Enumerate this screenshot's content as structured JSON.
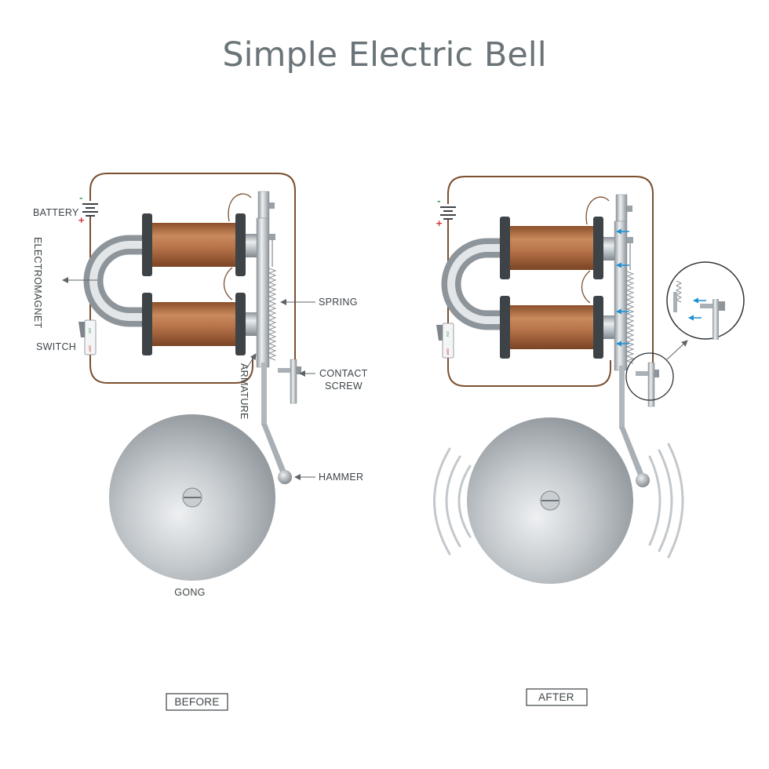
{
  "title": "Simple Electric Bell",
  "labels": {
    "battery": "BATTERY",
    "electromagnet": "ELECTROMAGNET",
    "switch": "SWITCH",
    "spring": "SPRING",
    "contact_screw_line1": "CONTACT",
    "contact_screw_line2": "SCREW",
    "armature": "ARMATURE",
    "hammer": "HAMMER",
    "gong": "GONG"
  },
  "switch_text": {
    "on": "ON",
    "off": "OFF"
  },
  "captions": {
    "before": "BEFORE",
    "after": "AFTER"
  },
  "colors": {
    "title": "#6b7478",
    "wire": "#7b5030",
    "copper": "#b8744a",
    "steel": "#b9c0c5",
    "spool": "#3e4347",
    "gong": "#a9afb4",
    "arrow_blue": "#1e8fd0",
    "label_text": "#3d4448"
  }
}
